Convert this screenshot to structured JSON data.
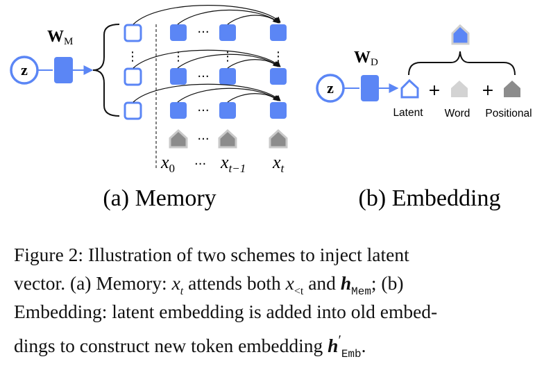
{
  "memory": {
    "input": "z",
    "weight": "W",
    "weight_sub": "M",
    "dots": "···",
    "vdots": "⋮",
    "axis": {
      "x0": "x",
      "x0_sub": "0",
      "dots": "···",
      "xt1": "x",
      "xt1_sub": "t−1",
      "xt": "x",
      "xt_sub": "t"
    },
    "label": "(a) Memory"
  },
  "embedding": {
    "input": "z",
    "weight": "W",
    "weight_sub": "D",
    "plus1": "+",
    "plus2": "+",
    "tokens": [
      "Latent",
      "Word",
      "Positional"
    ],
    "label": "(b) Embedding"
  },
  "caption": {
    "l1": "Figure 2:  Illustration of two schemes to inject latent",
    "l2a": "vector. (a) Memory: ",
    "l2_xt": "x",
    "l2_xt_sub": "t",
    "l2b": " attends both ",
    "l2_xlt": "x",
    "l2_xlt_sub": "<t",
    "l2c": " and ",
    "l2_h": "h",
    "l2_h_sub": "Mem",
    "l2d": "; (b)",
    "l3": "Embedding: latent embedding is added into old embed-",
    "l4a": "dings to construct new token embedding ",
    "l4_h": "h",
    "l4_prime": "′",
    "l4_h_sub": "Emb",
    "l4b": "."
  },
  "colors": {
    "blue": "#5b86f5",
    "blue_stroke": "#3f6fe6",
    "gray_light": "#d3d3d3",
    "gray_dark": "#8c8c8c"
  }
}
